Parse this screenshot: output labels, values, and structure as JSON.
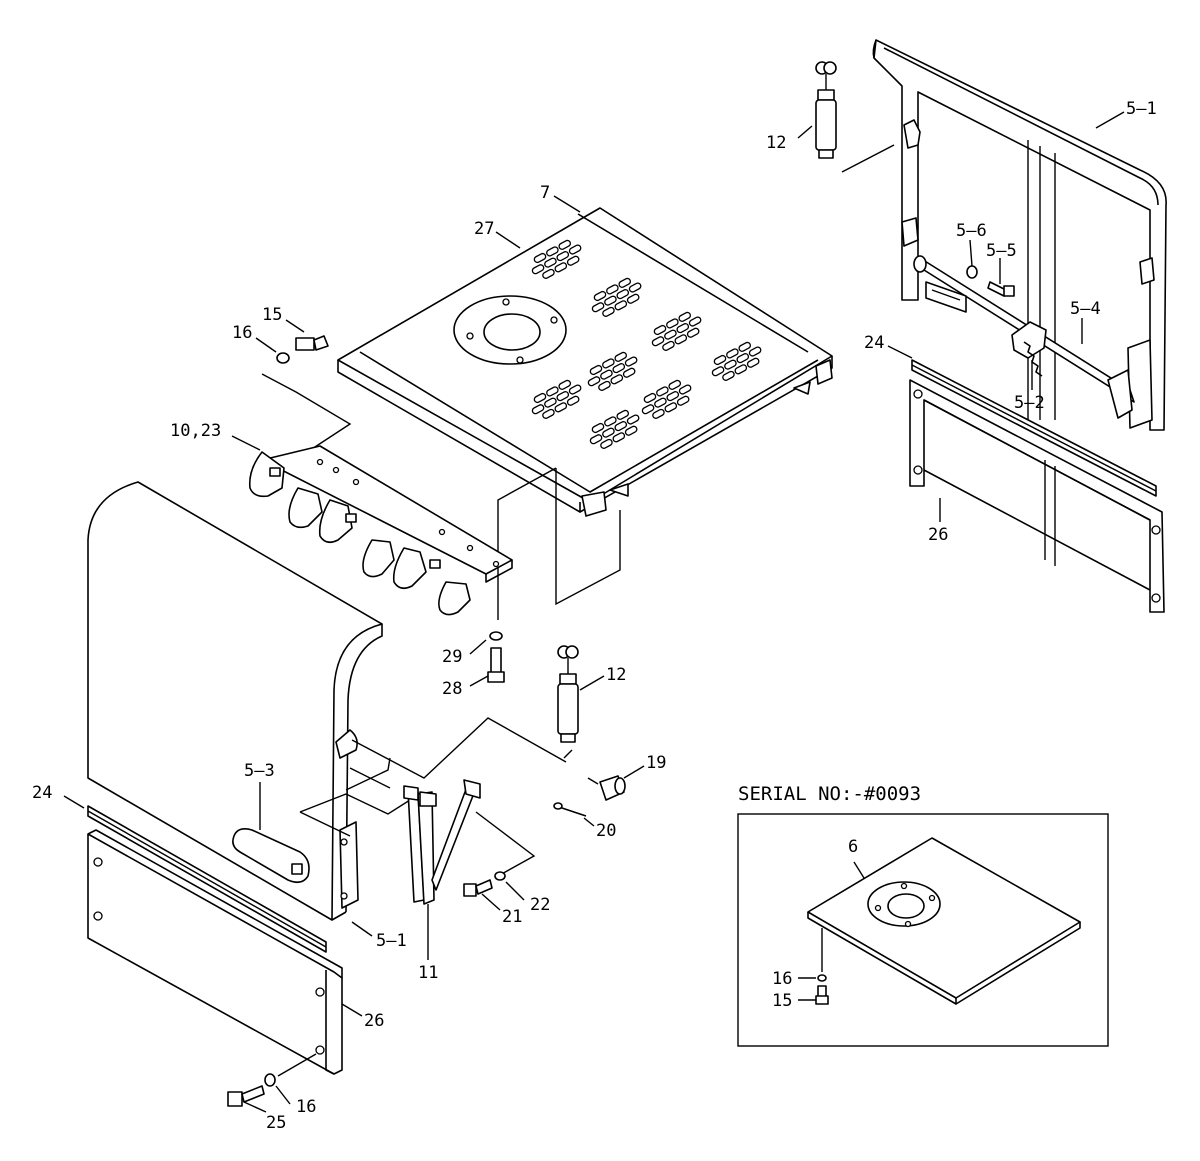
{
  "inset": {
    "title": "SERIAL NO:-#0093"
  },
  "callouts": [
    {
      "id": "c-5-1-top",
      "text": "5–1"
    },
    {
      "id": "c-12-top",
      "text": "12"
    },
    {
      "id": "c-7",
      "text": "7"
    },
    {
      "id": "c-27",
      "text": "27"
    },
    {
      "id": "c-5-6",
      "text": "5–6"
    },
    {
      "id": "c-5-5",
      "text": "5–5"
    },
    {
      "id": "c-5-4",
      "text": "5–4"
    },
    {
      "id": "c-24-right",
      "text": "24"
    },
    {
      "id": "c-5-2",
      "text": "5–2"
    },
    {
      "id": "c-15-top",
      "text": "15"
    },
    {
      "id": "c-16-top",
      "text": "16"
    },
    {
      "id": "c-10-23",
      "text": "10,23"
    },
    {
      "id": "c-26-right",
      "text": "26"
    },
    {
      "id": "c-29",
      "text": "29"
    },
    {
      "id": "c-28",
      "text": "28"
    },
    {
      "id": "c-12-mid",
      "text": "12"
    },
    {
      "id": "c-5-3",
      "text": "5–3"
    },
    {
      "id": "c-19",
      "text": "19"
    },
    {
      "id": "c-24-left",
      "text": "24"
    },
    {
      "id": "c-20",
      "text": "20"
    },
    {
      "id": "c-22",
      "text": "22"
    },
    {
      "id": "c-21",
      "text": "21"
    },
    {
      "id": "c-5-1-bottom",
      "text": "5–1"
    },
    {
      "id": "c-11",
      "text": "11"
    },
    {
      "id": "c-26-left",
      "text": "26"
    },
    {
      "id": "c-16-bottom",
      "text": "16"
    },
    {
      "id": "c-25",
      "text": "25"
    },
    {
      "id": "c-6",
      "text": "6"
    },
    {
      "id": "c-16-inset",
      "text": "16"
    },
    {
      "id": "c-15-inset",
      "text": "15"
    }
  ]
}
